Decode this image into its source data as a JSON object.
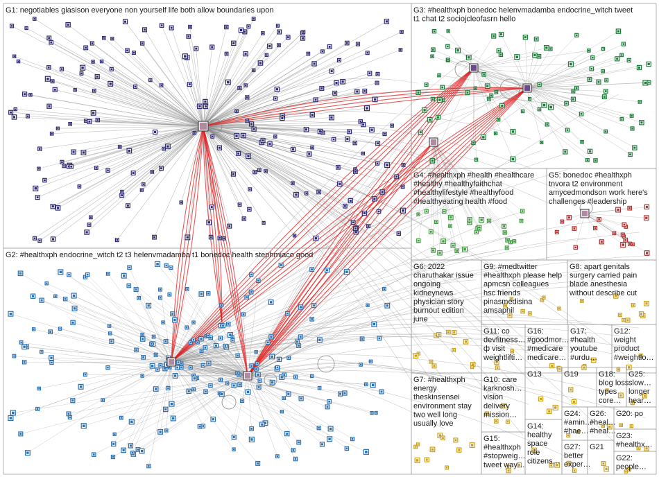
{
  "diagram": {
    "kind": "network-graph",
    "colors": {
      "background": "#ffffff",
      "box_border": "#a0a0a0",
      "edge_gray": "#8a8a8a",
      "edge_red": "#e02020",
      "text": "#1a1a1a",
      "node_g1": "#2e2a6e",
      "node_g2": "#2a6fb0",
      "node_g3": "#1f7a3a",
      "node_g4": "#3f9a3f",
      "node_g5": "#b03030",
      "node_misc": "#c8a020"
    },
    "groups": [
      {
        "id": "G1",
        "lines": [
          "G1: negotiables giasison everyone non yourself life both allow boundaries upon"
        ]
      },
      {
        "id": "G2",
        "lines": [
          "G2: #healthxph endocrine_witch t2 t3 helenvmadamba t1 bonedoc health stephmiaco good"
        ]
      },
      {
        "id": "G3",
        "lines": [
          "G3: #healthxph bonedoc helenvmadamba endocrine_witch tweet",
          "t1 chat t2 sociojcleofasrn hello"
        ]
      },
      {
        "id": "G4",
        "lines": [
          "G4: #healthxph #health #healthcare",
          "#healthy #healthyfaithchat",
          "#healthylifestyle #healthyfood",
          "#healthyeating health #food"
        ]
      },
      {
        "id": "G5",
        "lines": [
          "G5: bonedoc #healthxph",
          "tnvora t2 environment",
          "amycedmondson work here's",
          "challenges #leadership"
        ]
      },
      {
        "id": "G6",
        "lines": [
          "G6: 2022",
          "charuthakar issue",
          "ongoing",
          "kidneynews",
          "physician story",
          "burnout edition",
          "june"
        ]
      },
      {
        "id": "G7",
        "lines": [
          "G7: #healthxph",
          "energy",
          "theskinsensei",
          "environment stay",
          "two well long",
          "usually love"
        ]
      },
      {
        "id": "G8",
        "lines": [
          "G8: apart genitals",
          "surgery carried pain",
          "blade anesthesia",
          "without describe cut"
        ]
      },
      {
        "id": "G9",
        "lines": [
          "G9: #medtwitter",
          "#healthxph please help",
          "apmcsn colleagues",
          "hsc friends",
          "pinasmedisina",
          "amsaphil"
        ]
      },
      {
        "id": "G10",
        "lines": [
          "G10: care",
          "karknosh…",
          "vision",
          "delivery",
          "mission…"
        ]
      },
      {
        "id": "G11",
        "lines": [
          "G11: co",
          "devfitness…",
          "ф visit",
          "weightlifti…"
        ]
      },
      {
        "id": "G12",
        "lines": [
          "G12:",
          "weight",
          "product",
          "#weightlo…"
        ]
      },
      {
        "id": "G13",
        "lines": [
          "G13"
        ]
      },
      {
        "id": "G14",
        "lines": [
          "G14:",
          "healthy",
          "space",
          "role",
          "citizens…"
        ]
      },
      {
        "id": "G15",
        "lines": [
          "G15:",
          "#healthxph",
          "#stopweig…",
          "tweet way…"
        ]
      },
      {
        "id": "G16",
        "lines": [
          "G16:",
          "#goodmor…",
          "#medicare",
          "medicare…"
        ]
      },
      {
        "id": "G17",
        "lines": [
          "G17:",
          "#health",
          "youtube",
          "#urdu…"
        ]
      },
      {
        "id": "G18",
        "lines": [
          "G18:",
          "blog loss",
          "types",
          "core…"
        ]
      },
      {
        "id": "G19",
        "lines": [
          "G19"
        ]
      },
      {
        "id": "G20",
        "lines": [
          "G20: po"
        ]
      },
      {
        "id": "G21",
        "lines": [
          "G21"
        ]
      },
      {
        "id": "G22",
        "lines": [
          "G22:",
          "people…"
        ]
      },
      {
        "id": "G23",
        "lines": [
          "G23:",
          "#healthx…"
        ]
      },
      {
        "id": "G24",
        "lines": [
          "G24:",
          "#amin…",
          "#hae…"
        ]
      },
      {
        "id": "G25",
        "lines": [
          "G25:",
          "slow…",
          "longer",
          "hear…"
        ]
      },
      {
        "id": "G26",
        "lines": [
          "G26:",
          "#heal…",
          "#heal…"
        ]
      },
      {
        "id": "G27",
        "lines": [
          "G27:",
          "better",
          "exper…"
        ]
      }
    ]
  }
}
